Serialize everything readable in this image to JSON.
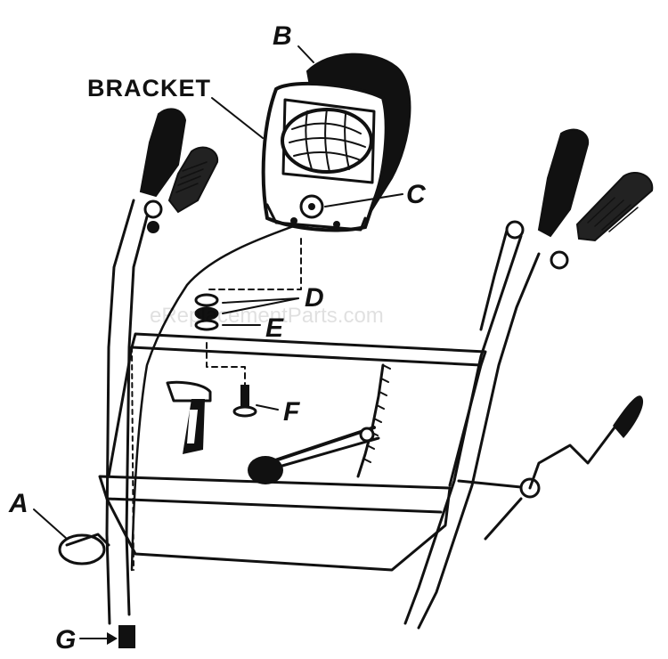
{
  "labels": {
    "bracket": "BRACKET",
    "a": "A",
    "b": "B",
    "c": "C",
    "d": "D",
    "e": "E",
    "f": "F",
    "g": "G"
  },
  "watermark": "eReplacementParts.com",
  "colors": {
    "ink": "#111111",
    "paper": "#ffffff"
  }
}
